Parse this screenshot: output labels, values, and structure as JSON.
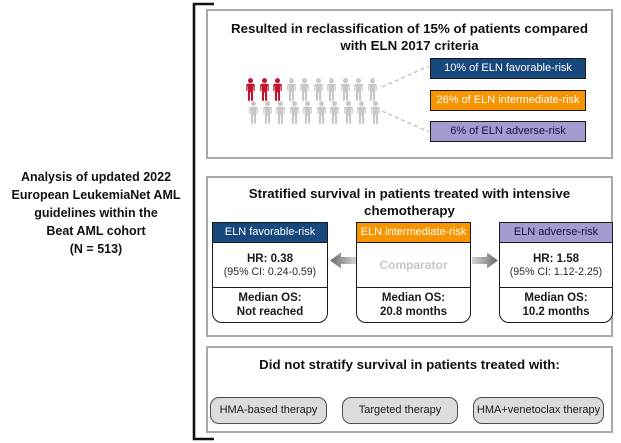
{
  "left_panel": {
    "caption_lines": [
      "Analysis of updated 2022",
      "European LeukemiaNet AML",
      "guidelines within the",
      "Beat AML cohort",
      "(N = 513)"
    ]
  },
  "reclassification_box": {
    "title": "Resulted in reclassification of 15% of patients compared with ELN 2017 criteria",
    "pictogram": {
      "rows": 2,
      "per_row": 10,
      "highlighted": 3,
      "highlight_color": "#c41230",
      "base_color": "#c8c8c8"
    },
    "labels": [
      {
        "text": "10% of ELN favorable-risk",
        "bg": "#17497f",
        "fg": "#ffffff"
      },
      {
        "text": "26% of ELN intermediate-risk",
        "bg": "#f79400",
        "fg": "#ffffff"
      },
      {
        "text": "6% of ELN adverse-risk",
        "bg": "#a49cd1",
        "fg": "#13133f"
      }
    ]
  },
  "survival_box": {
    "title": "Stratified survival in patients treated with intensive chemotherapy",
    "cards": [
      {
        "header": "ELN favorable-risk",
        "bg": "#17497f",
        "fg": "#ffffff",
        "stat_main": "HR: 0.38",
        "stat_ci": "(95% CI: 0.24-0.59)",
        "os_label": "Median OS:",
        "os_value": "Not reached"
      },
      {
        "header": "ELN intermediate-risk",
        "bg": "#f79400",
        "fg": "#ffffff",
        "comparator_label": "Comparator",
        "os_label": "Median OS:",
        "os_value": "20.8 months"
      },
      {
        "header": "ELN adverse-risk",
        "bg": "#a49cd1",
        "fg": "#13133f",
        "stat_main": "HR: 1.58",
        "stat_ci": "(95% CI: 1.12-2.25)",
        "os_label": "Median OS:",
        "os_value": "10.2 months"
      }
    ]
  },
  "no_stratify_box": {
    "title": "Did not stratify survival in patients treated with:",
    "therapies": [
      {
        "label": "HMA-based therapy"
      },
      {
        "label": "Targeted therapy"
      },
      {
        "label": "HMA+venetoclax therapy"
      }
    ]
  }
}
